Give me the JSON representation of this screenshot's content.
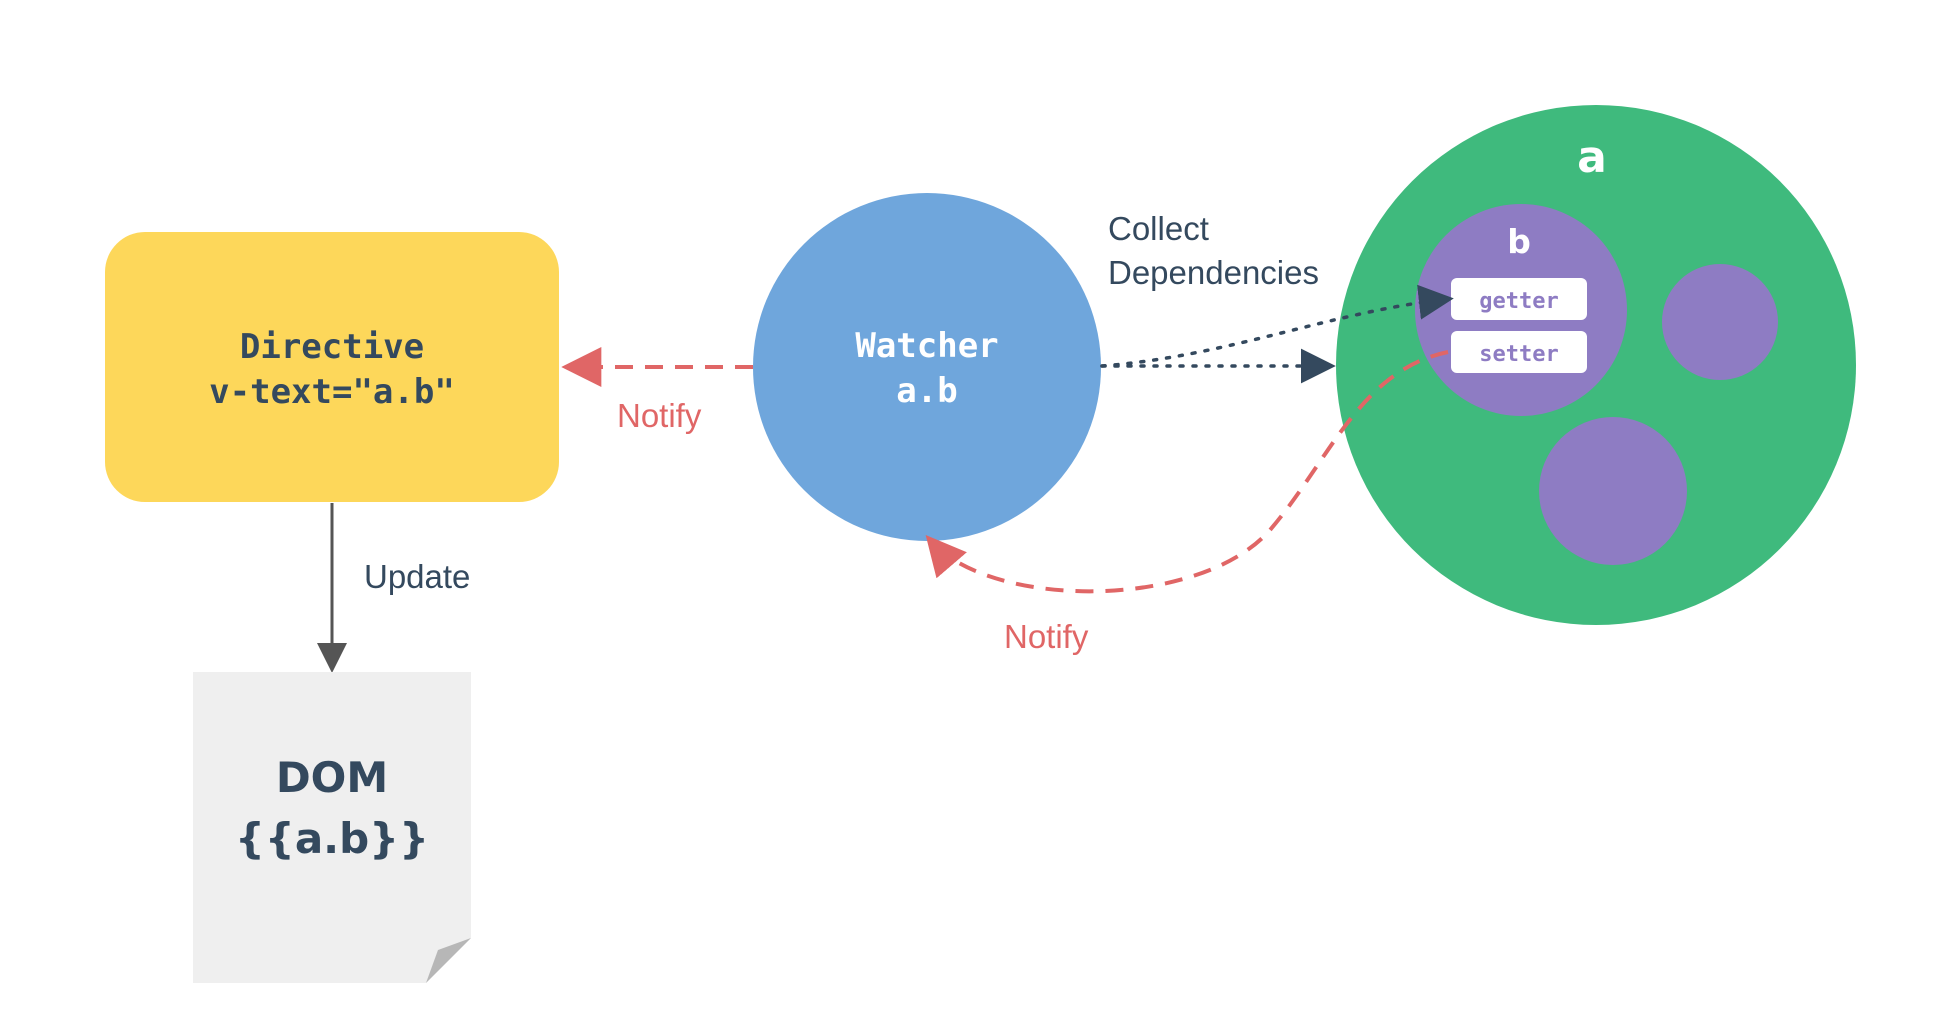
{
  "directive": {
    "line1": "Directive",
    "line2": "v-text=\"a.b\""
  },
  "watcher": {
    "line1": "Watcher",
    "line2": "a.b"
  },
  "dom": {
    "line1": "DOM",
    "line2": "{{a.b}}"
  },
  "object_a": {
    "label": "a"
  },
  "object_b": {
    "label": "b",
    "getter": "getter",
    "setter": "setter"
  },
  "edges": {
    "notify_directive": "Notify",
    "notify_watcher": "Notify",
    "update": "Update",
    "collect_line1": "Collect",
    "collect_line2": "Dependencies"
  },
  "colors": {
    "directive": "#fdd75a",
    "watcher": "#6fa6dc",
    "object_a": "#3fba7d",
    "object_b": "#8e7cc3",
    "dom": "#efefef",
    "notify": "#e06666",
    "dark": "#34495e"
  }
}
